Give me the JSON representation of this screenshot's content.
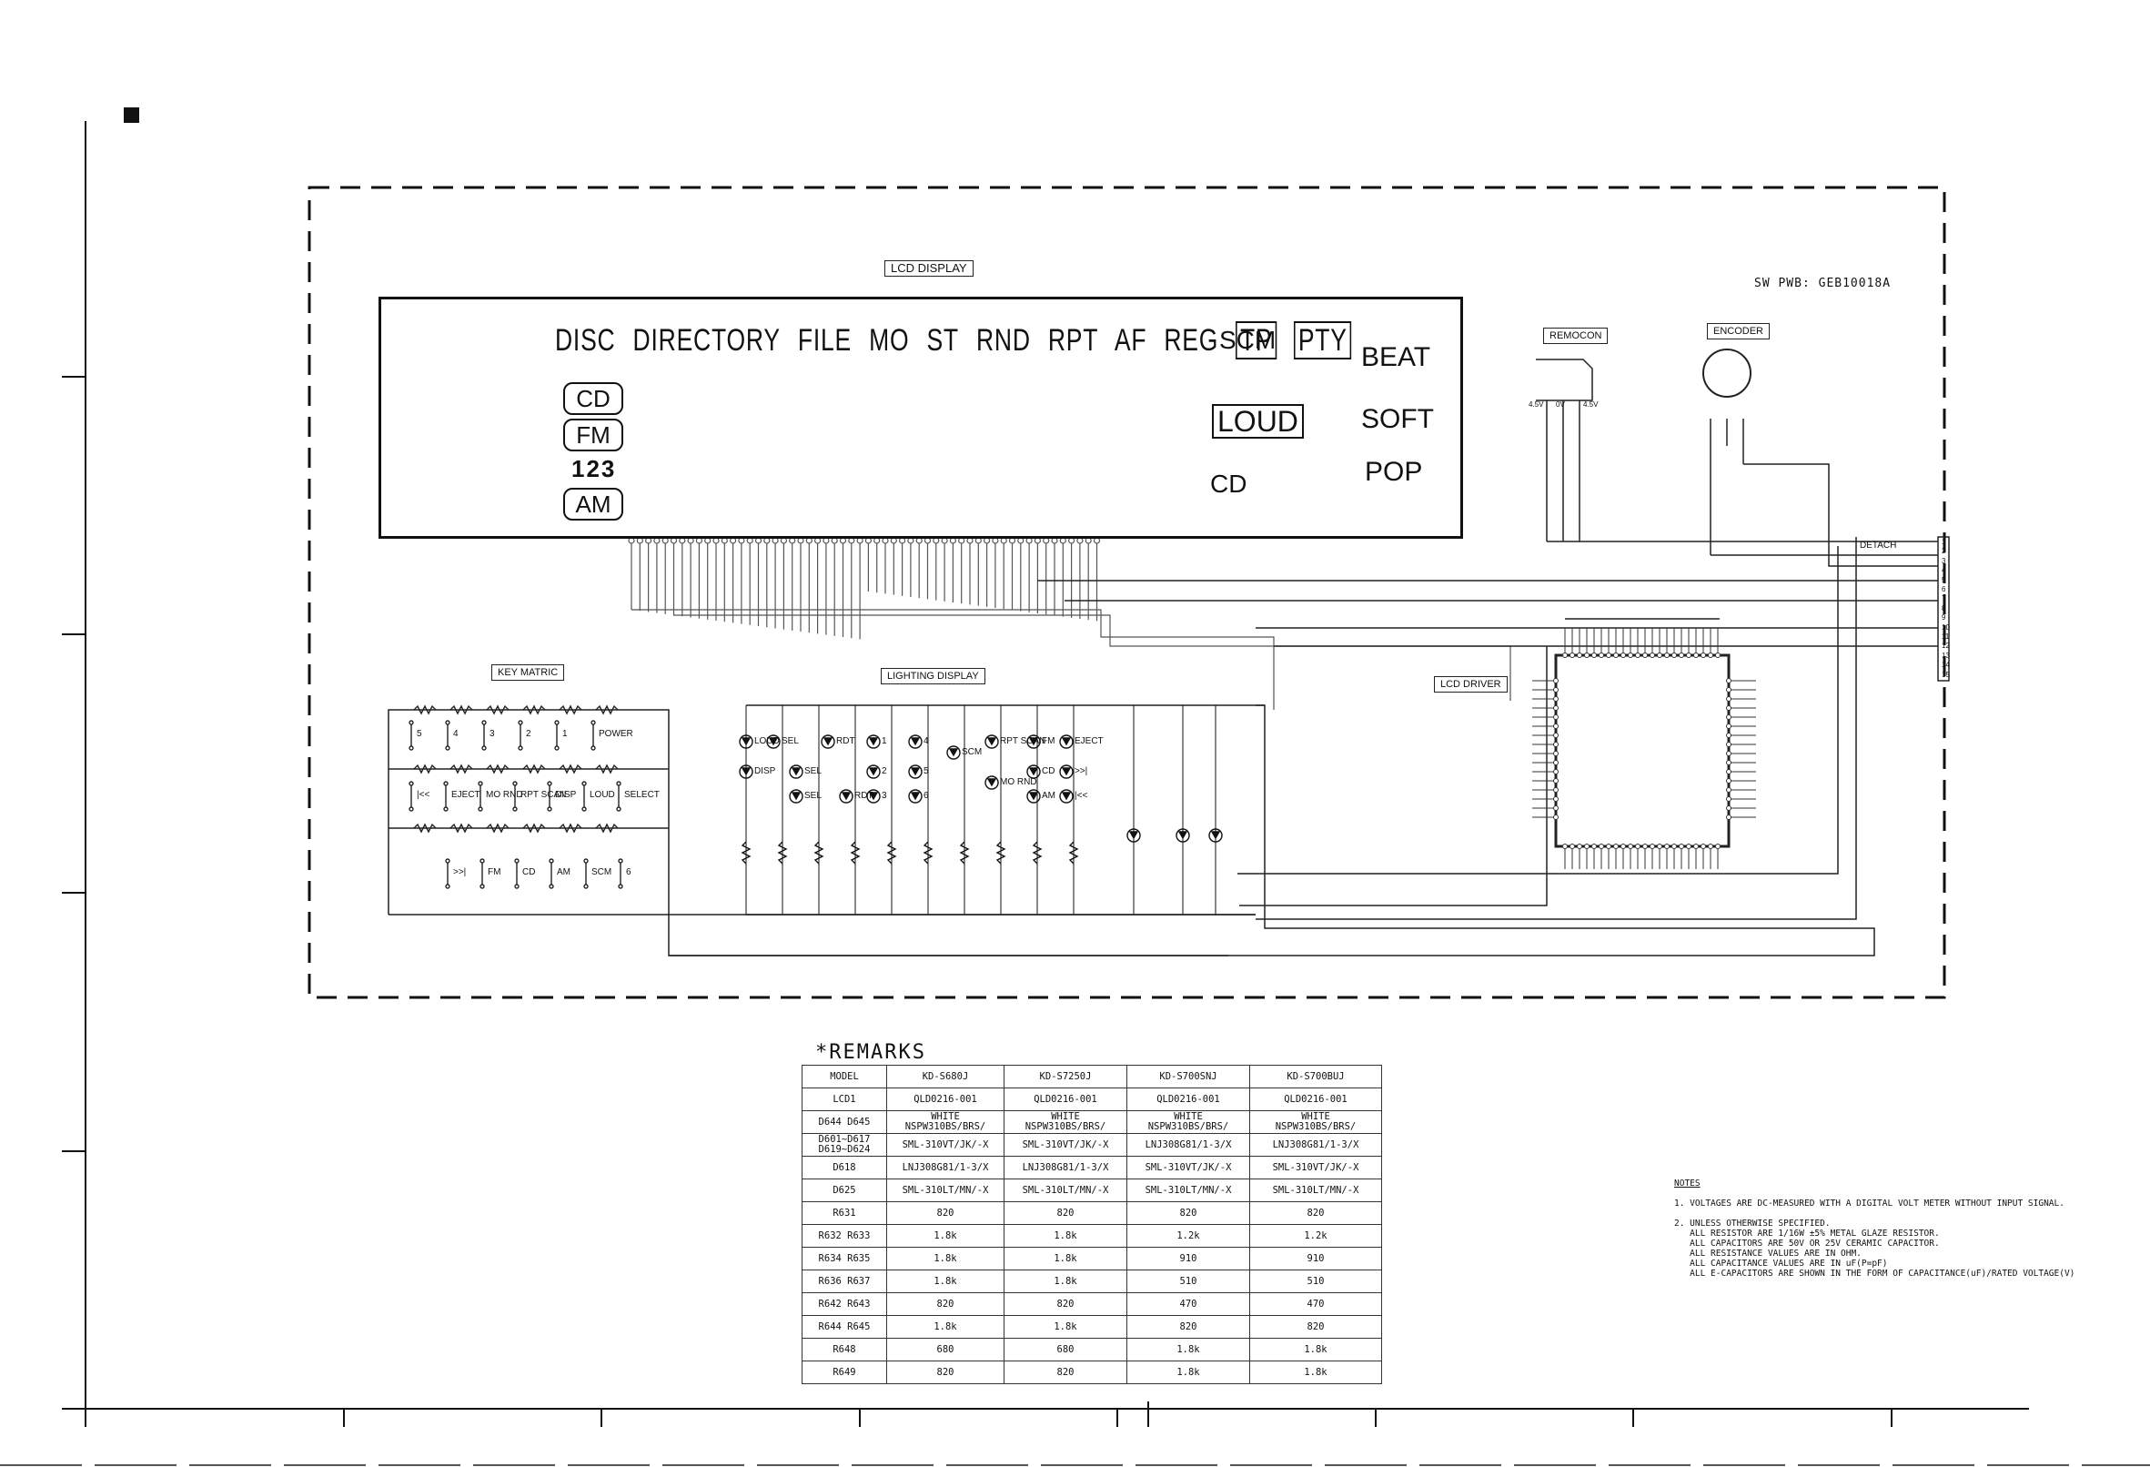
{
  "board": {
    "sw_pwb": "SW PWB: GEB10018A",
    "labels": {
      "lcd_display": "LCD DISPLAY",
      "remocon": "REMOCON",
      "encoder": "ENCODER",
      "key_matrix": "KEY MATRIC",
      "lighting_display": "LIGHTING DISPLAY",
      "lcd_driver": "LCD DRIVER",
      "detach": "DETACH"
    }
  },
  "lcd": {
    "indicators": [
      "DISC",
      "DIRECTORY",
      "FILE",
      "MO",
      "ST",
      "RND",
      "RPT",
      "AF",
      "REG"
    ],
    "boxed_indicators": [
      "TP",
      "PTY"
    ],
    "bands": [
      "CD",
      "FM",
      "AM"
    ],
    "preset_numbers": "123",
    "right_icons": [
      "SCM",
      "LOUD",
      "CD"
    ],
    "eq_modes": [
      "BEAT",
      "SOFT",
      "POP"
    ]
  },
  "key_matrix_switches": {
    "row1": [
      "5",
      "4",
      "3",
      "2",
      "1",
      "POWER"
    ],
    "row2": [
      "|<<",
      "EJECT",
      "MO RND",
      "RPT SCAN",
      "DISP",
      "LOUD",
      "SELECT"
    ],
    "row3": [
      ">>|",
      "FM",
      "CD",
      "AM",
      "SCM",
      "6"
    ]
  },
  "lighting_labels": [
    "LOUD",
    "SEL",
    "RDT",
    "1",
    "4",
    "SCM",
    "RPT SCAN",
    "FM",
    "EJECT",
    "DISP",
    "SEL",
    "2",
    "5",
    "CD",
    ">>|",
    "SEL",
    "RDT",
    "3",
    "6",
    "MO RND",
    "AM",
    "|<<"
  ],
  "connector_pins": [
    "1",
    "2",
    "3",
    "4",
    "5",
    "6",
    "7",
    "8",
    "9",
    "10",
    "11",
    "12",
    "13",
    "14",
    "15"
  ],
  "remocon_pins": [
    "4.5V",
    "0V",
    "4.5V"
  ],
  "remarks": {
    "title": "*REMARKS",
    "header": [
      "MODEL",
      "KD-S680J",
      "KD-S7250J",
      "KD-S700SNJ",
      "KD-S700BUJ"
    ],
    "rows": [
      [
        "LCD1",
        "QLD0216-001",
        "QLD0216-001",
        "QLD0216-001",
        "QLD0216-001"
      ],
      [
        "D644 D645",
        "WHITE\nNSPW310BS/BRS/",
        "WHITE\nNSPW310BS/BRS/",
        "WHITE\nNSPW310BS/BRS/",
        "WHITE\nNSPW310BS/BRS/"
      ],
      [
        "D601~D617\nD619~D624",
        "SML-310VT/JK/-X",
        "SML-310VT/JK/-X",
        "LNJ308G81/1-3/X",
        "LNJ308G81/1-3/X"
      ],
      [
        "D618",
        "LNJ308G81/1-3/X",
        "LNJ308G81/1-3/X",
        "SML-310VT/JK/-X",
        "SML-310VT/JK/-X"
      ],
      [
        "D625",
        "SML-310LT/MN/-X",
        "SML-310LT/MN/-X",
        "SML-310LT/MN/-X",
        "SML-310LT/MN/-X"
      ],
      [
        "R631",
        "820",
        "820",
        "820",
        "820"
      ],
      [
        "R632 R633",
        "1.8k",
        "1.8k",
        "1.2k",
        "1.2k"
      ],
      [
        "R634 R635",
        "1.8k",
        "1.8k",
        "910",
        "910"
      ],
      [
        "R636 R637",
        "1.8k",
        "1.8k",
        "510",
        "510"
      ],
      [
        "R642 R643",
        "820",
        "820",
        "470",
        "470"
      ],
      [
        "R644 R645",
        "1.8k",
        "1.8k",
        "820",
        "820"
      ],
      [
        "R648",
        "680",
        "680",
        "1.8k",
        "1.8k"
      ],
      [
        "R649",
        "820",
        "820",
        "1.8k",
        "1.8k"
      ]
    ]
  },
  "notes": {
    "title": "NOTES",
    "lines": [
      "1. VOLTAGES ARE DC-MEASURED WITH A DIGITAL VOLT METER WITHOUT INPUT SIGNAL.",
      "",
      "2. UNLESS OTHERWISE SPECIFIED.",
      "   ALL RESISTOR ARE 1/16W ±5% METAL GLAZE RESISTOR.",
      "   ALL CAPACITORS ARE 50V OR 25V CERAMIC CAPACITOR.",
      "   ALL RESISTANCE VALUES ARE IN OHM.",
      "   ALL CAPACITANCE VALUES ARE IN uF(P=pF)",
      "   ALL E-CAPACITORS ARE SHOWN IN THE FORM OF CAPACITANCE(uF)/RATED VOLTAGE(V)"
    ]
  }
}
